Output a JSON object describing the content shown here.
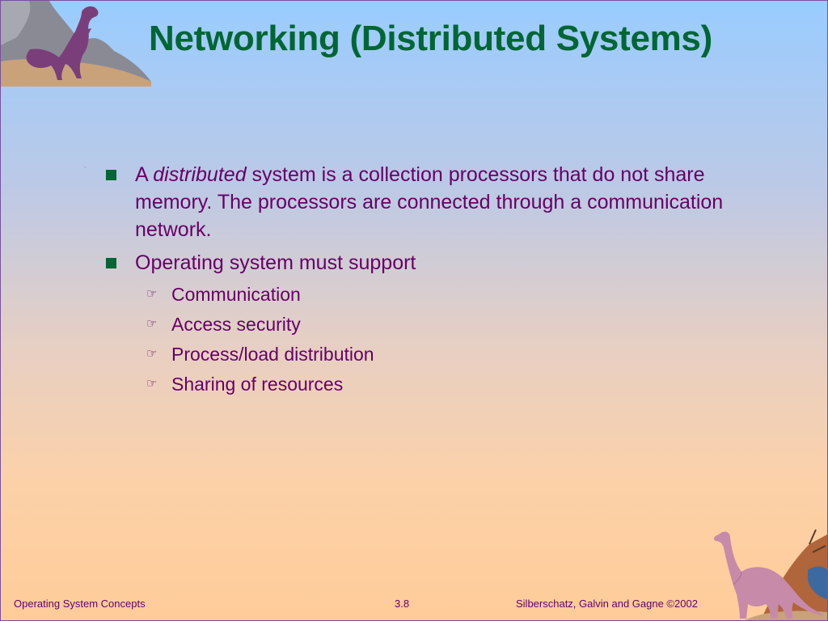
{
  "slide": {
    "title": "Networking (Distributed Systems)",
    "bullet1": {
      "prefix": "A ",
      "emphasis": "distributed",
      "rest": " system is a collection processors that do not share memory. The processors are connected through a communication network."
    },
    "bullet2": "Operating system must support",
    "subitems": [
      "Communication",
      "Access security",
      "Process/load distribution",
      "Sharing of resources"
    ],
    "sub_icon": "pointing-hand-icon",
    "footer": {
      "left": "Operating System Concepts",
      "center": "3.8",
      "right": "Silberschatz, Galvin and  Gagne ©2002"
    },
    "colors": {
      "title": "#006633",
      "text": "#660066",
      "bullet": "#006633",
      "bg_top": "#99ccff",
      "bg_bottom": "#ffcc99"
    }
  }
}
